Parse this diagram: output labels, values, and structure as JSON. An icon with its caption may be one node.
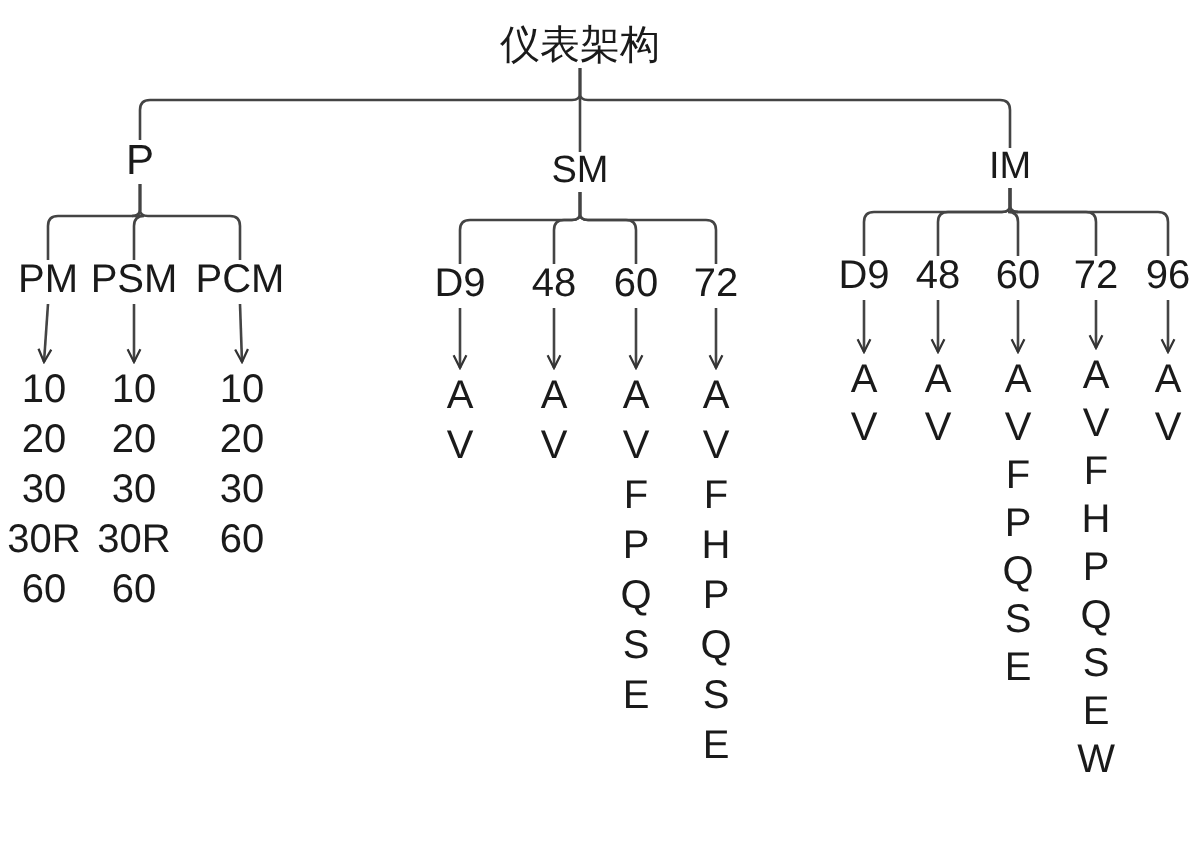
{
  "diagram": {
    "nodes": [
      {
        "text": [
          "仪表架构"
        ]
      },
      {
        "text": [
          "P"
        ]
      },
      {
        "text": [
          "SM"
        ]
      },
      {
        "text": [
          "IM"
        ]
      },
      {
        "text": [
          "PM"
        ]
      },
      {
        "text": [
          "PSM"
        ]
      },
      {
        "text": [
          "PCM"
        ]
      },
      {
        "text": [
          "D9"
        ]
      },
      {
        "text": [
          "48"
        ]
      },
      {
        "text": [
          "60"
        ]
      },
      {
        "text": [
          "72"
        ]
      },
      {
        "text": [
          "D9"
        ]
      },
      {
        "text": [
          "48"
        ]
      },
      {
        "text": [
          "60"
        ]
      },
      {
        "text": [
          "72"
        ]
      },
      {
        "text": [
          "96"
        ]
      },
      {
        "text": [
          "10 20 30 30R 60"
        ]
      },
      {
        "text": [
          "10 20 30 30R 60"
        ]
      },
      {
        "text": [
          "10 20 30 60"
        ]
      },
      {
        "text": [
          "A V"
        ]
      },
      {
        "text": [
          "A V"
        ]
      },
      {
        "text": [
          "A V F P Q S E"
        ]
      },
      {
        "text": [
          "A V F H P Q S E"
        ]
      },
      {
        "text": [
          "A V"
        ]
      },
      {
        "text": [
          "A V"
        ]
      },
      {
        "text": [
          "A V F P Q S E"
        ]
      },
      {
        "text": [
          "A V F H P Q S E W"
        ]
      },
      {
        "text": [
          "A V"
        ]
      }
    ],
    "edges": [
      {
        "from": 0,
        "to": 1,
        "arrow": "none"
      },
      {
        "from": 0,
        "to": 2,
        "arrow": "none"
      },
      {
        "from": 0,
        "to": 3,
        "arrow": "none"
      },
      {
        "from": 1,
        "to": 4,
        "arrow": "none"
      },
      {
        "from": 1,
        "to": 5,
        "arrow": "none"
      },
      {
        "from": 1,
        "to": 6,
        "arrow": "none"
      },
      {
        "from": 2,
        "to": 7,
        "arrow": "none"
      },
      {
        "from": 2,
        "to": 8,
        "arrow": "none"
      },
      {
        "from": 2,
        "to": 9,
        "arrow": "none"
      },
      {
        "from": 2,
        "to": 10,
        "arrow": "none"
      },
      {
        "from": 3,
        "to": 11,
        "arrow": "none"
      },
      {
        "from": 3,
        "to": 12,
        "arrow": "none"
      },
      {
        "from": 3,
        "to": 13,
        "arrow": "none"
      },
      {
        "from": 3,
        "to": 14,
        "arrow": "none"
      },
      {
        "from": 3,
        "to": 15,
        "arrow": "none"
      },
      {
        "from": 4,
        "to": 16,
        "arrow": "to"
      },
      {
        "from": 5,
        "to": 17,
        "arrow": "to"
      },
      {
        "from": 6,
        "to": 18,
        "arrow": "to"
      },
      {
        "from": 7,
        "to": 19,
        "arrow": "to"
      },
      {
        "from": 8,
        "to": 20,
        "arrow": "to"
      },
      {
        "from": 9,
        "to": 21,
        "arrow": "to"
      },
      {
        "from": 10,
        "to": 22,
        "arrow": "to"
      },
      {
        "from": 11,
        "to": 23,
        "arrow": "to"
      },
      {
        "from": 12,
        "to": 24,
        "arrow": "to"
      },
      {
        "from": 13,
        "to": 25,
        "arrow": "to"
      },
      {
        "from": 14,
        "to": 26,
        "arrow": "to"
      },
      {
        "from": 15,
        "to": 27,
        "arrow": "to"
      }
    ]
  }
}
